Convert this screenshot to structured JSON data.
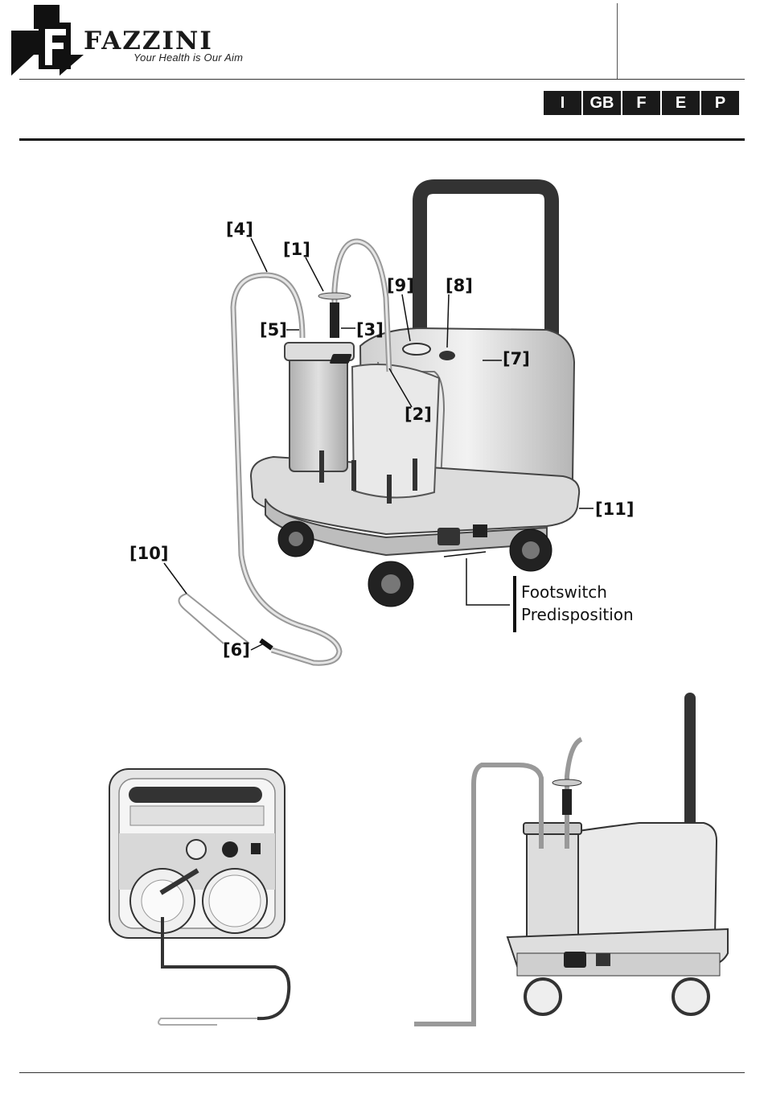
{
  "header": {
    "brand_name": "FAZZINI",
    "tagline": "Your Health is Our Aim",
    "languages": [
      "I",
      "GB",
      "F",
      "E",
      "P"
    ]
  },
  "callouts": {
    "c1": "[1]",
    "c2": "[2]",
    "c3": "[3]",
    "c4": "[4]",
    "c5": "[5]",
    "c6": "[6]",
    "c7": "[7]",
    "c8": "[8]",
    "c9": "[9]",
    "c10": "[10]",
    "c11": "[11]"
  },
  "footswitch": {
    "line1": "Footswitch",
    "line2": "Predisposition"
  }
}
